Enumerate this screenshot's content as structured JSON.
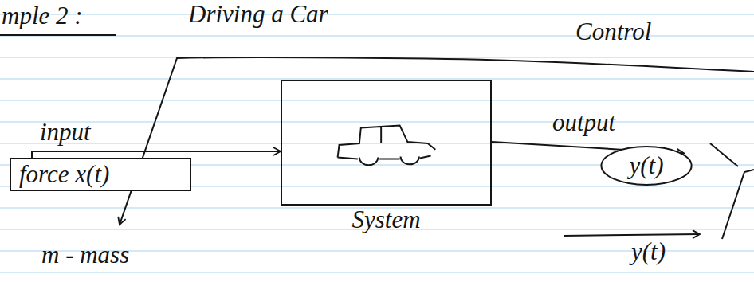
{
  "diagram": {
    "title": "Driving a Car",
    "nodes": [
      {
        "text": [
          "force x(t)"
        ]
      },
      {
        "text": [
          "System"
        ]
      },
      {
        "text": [
          "y(t)"
        ]
      }
    ],
    "edges": [
      {
        "from": 0,
        "to": 1,
        "arrow": "to",
        "label": "input"
      },
      {
        "from": 1,
        "to": 2,
        "arrow": "to",
        "label": "output"
      }
    ],
    "labels": [
      "mple 2 :",
      "Control",
      "m - mass",
      "y(t)"
    ]
  }
}
